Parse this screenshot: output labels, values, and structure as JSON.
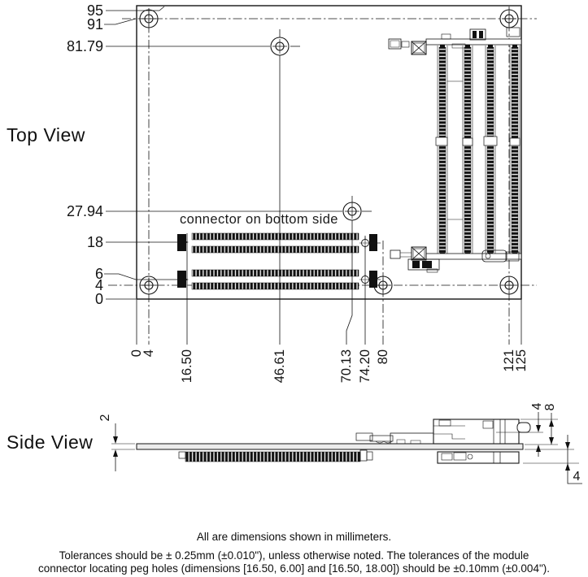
{
  "colors": {
    "background": "#ffffff",
    "line": "#141414",
    "fill_dark": "#111111"
  },
  "top_view": {
    "title": "Top View",
    "connector_note": "connector on bottom side",
    "left_dims": [
      "95",
      "91",
      "81.79",
      "27.94",
      "18",
      "6",
      "4",
      "0"
    ],
    "bottom_dims": [
      "0",
      "4",
      "16.50",
      "46.61",
      "70.13",
      "74.20",
      "80",
      "121",
      "125"
    ]
  },
  "side_view": {
    "title": "Side View",
    "board_thickness": "2",
    "top_clearance": "4",
    "top_height": "8",
    "bottom_height": "4"
  },
  "notes": {
    "units_note": "All are dimensions shown in millimeters.",
    "tolerance_line1": "Tolerances should be ± 0.25mm (±0.010\"), unless otherwise noted. The tolerances of the module",
    "tolerance_line2": "connector locating peg holes (dimensions [16.50, 6.00] and [16.50, 18.00]) should be ±0.10mm (±0.004\")."
  }
}
